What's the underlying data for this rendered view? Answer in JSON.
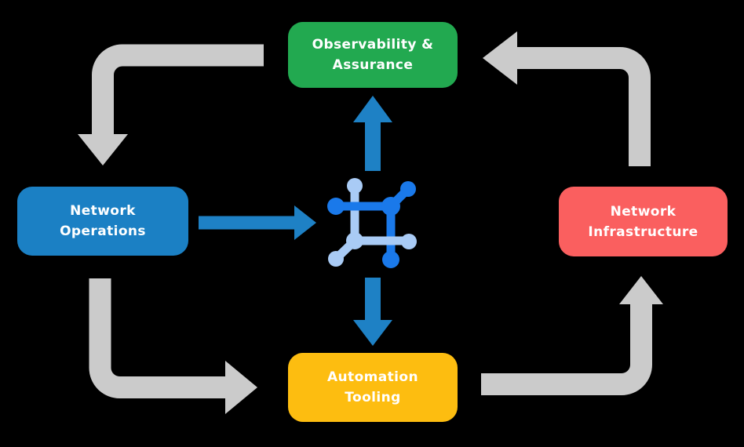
{
  "diagram_title": "Network automation cycle diagram",
  "boxes": {
    "top": {
      "line1": "Observability &",
      "line2": "Assurance"
    },
    "left": {
      "line1": "Network",
      "line2": "Operations"
    },
    "right": {
      "line1": "Network",
      "line2": "Infrastructure"
    },
    "bottom": {
      "line1": "Automation",
      "line2": "Tooling"
    }
  },
  "center_icon": "network-automation-icon",
  "flows": {
    "gray_cycle": [
      "Observability & Assurance -> Network Operations",
      "Network Operations -> Automation Tooling",
      "Automation Tooling -> Network Infrastructure",
      "Network Infrastructure -> Observability & Assurance"
    ],
    "blue_arrows": [
      "Network Operations -> center icon",
      "center icon -> Observability & Assurance",
      "center icon -> Automation Tooling"
    ]
  },
  "colors": {
    "background": "#000000",
    "green": "#22a950",
    "blue": "#1b80c4",
    "red": "#fa5f5f",
    "yellow": "#fdbd10",
    "arrow-gray": "#cbcbcb",
    "arrow-blue": "#1e81c5",
    "icon-dark-blue": "#1a79ea",
    "icon-light-blue": "#a9cbf5",
    "text-white": "#ffffff"
  }
}
